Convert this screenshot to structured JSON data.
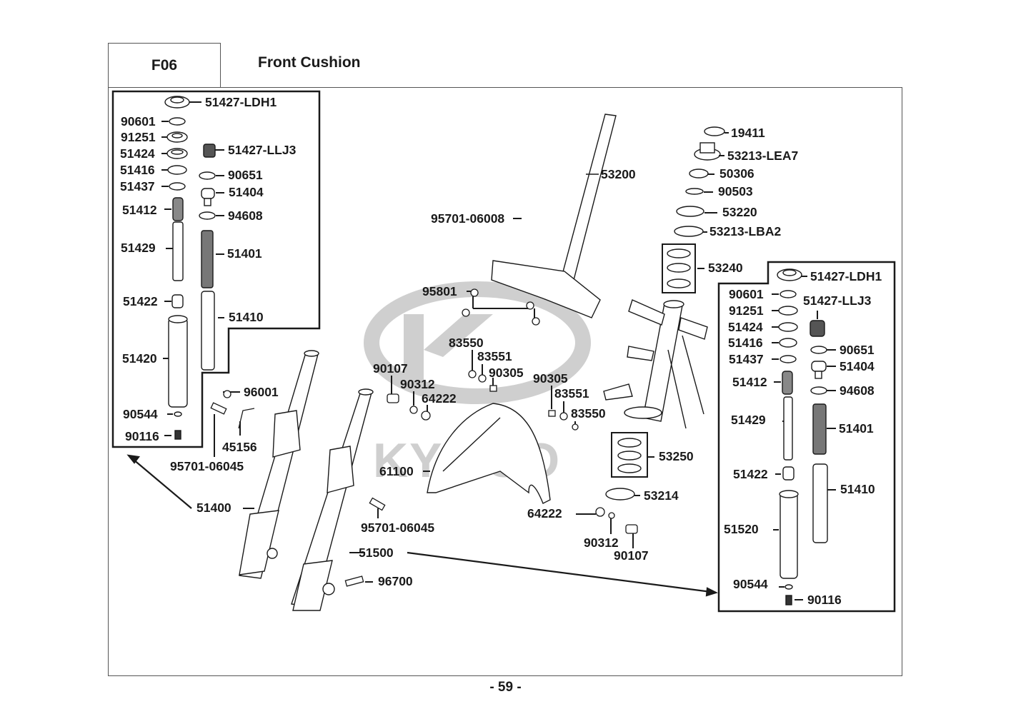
{
  "header": {
    "section_code": "F06",
    "title": "Front Cushion"
  },
  "page_number": "- 59 -",
  "watermark": "KYMCO",
  "left_exploded_box": {
    "labels": [
      "51427-LDH1",
      "90601",
      "91251",
      "51424",
      "51416",
      "51437",
      "51412",
      "51429",
      "51422",
      "51420",
      "90544",
      "90116",
      "51427-LLJ3",
      "90651",
      "51404",
      "94608",
      "51401",
      "51410"
    ]
  },
  "right_exploded_box": {
    "labels": [
      "51427-LDH1",
      "90601",
      "91251",
      "51424",
      "51416",
      "51437",
      "51412",
      "51429",
      "51422",
      "51520",
      "90544",
      "90116",
      "51427-LLJ3",
      "90651",
      "51404",
      "94608",
      "51401",
      "51410"
    ]
  },
  "steering_parts": [
    "53200",
    "95701-06008",
    "95801",
    "19411",
    "53213-LEA7",
    "50306",
    "90503",
    "53220",
    "53213-LBA2",
    "53240",
    "53250",
    "53214"
  ],
  "fork_parts": [
    "96001",
    "95701-06045",
    "45156",
    "51400",
    "95701-06045",
    "51500",
    "96700"
  ],
  "fender_parts": [
    "90107",
    "90312",
    "64222",
    "83550",
    "83551",
    "90305",
    "90305",
    "83551",
    "83550",
    "61100",
    "64222",
    "90312",
    "90107"
  ]
}
